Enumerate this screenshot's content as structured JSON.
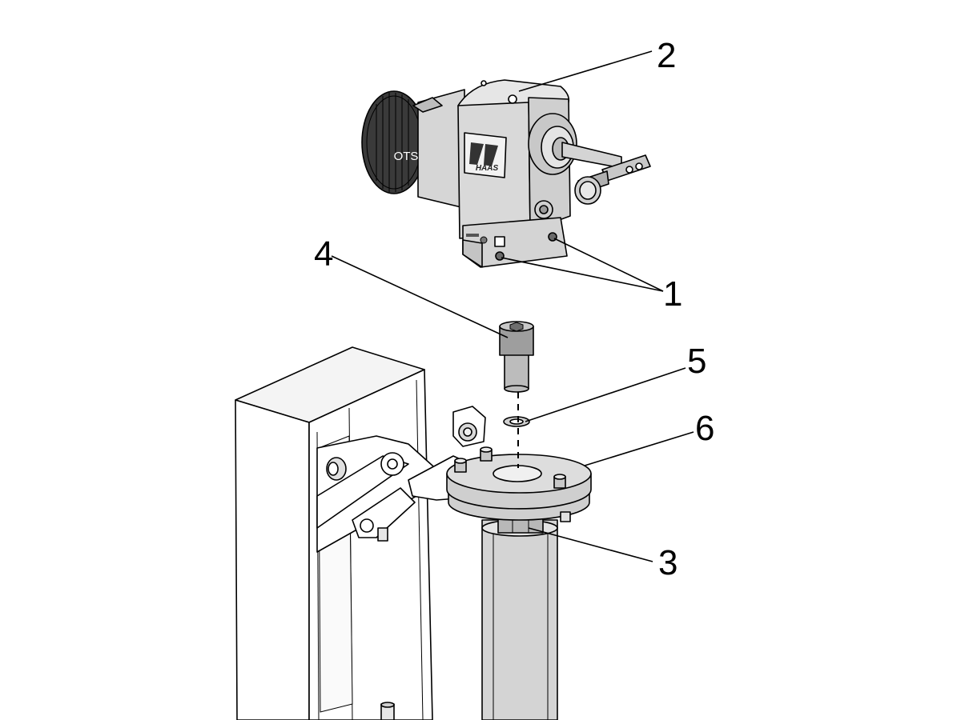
{
  "figure": {
    "logo_text": "HAAS",
    "side_text": "OTS",
    "callouts": [
      {
        "id": "1",
        "label": "1",
        "part": "set screws"
      },
      {
        "id": "2",
        "label": "2",
        "part": "OTS head"
      },
      {
        "id": "3",
        "label": "3",
        "part": "nut"
      },
      {
        "id": "4",
        "label": "4",
        "part": "socket head cap screw"
      },
      {
        "id": "5",
        "label": "5",
        "part": "washer"
      },
      {
        "id": "6",
        "label": "6",
        "part": "mounting base"
      }
    ]
  }
}
